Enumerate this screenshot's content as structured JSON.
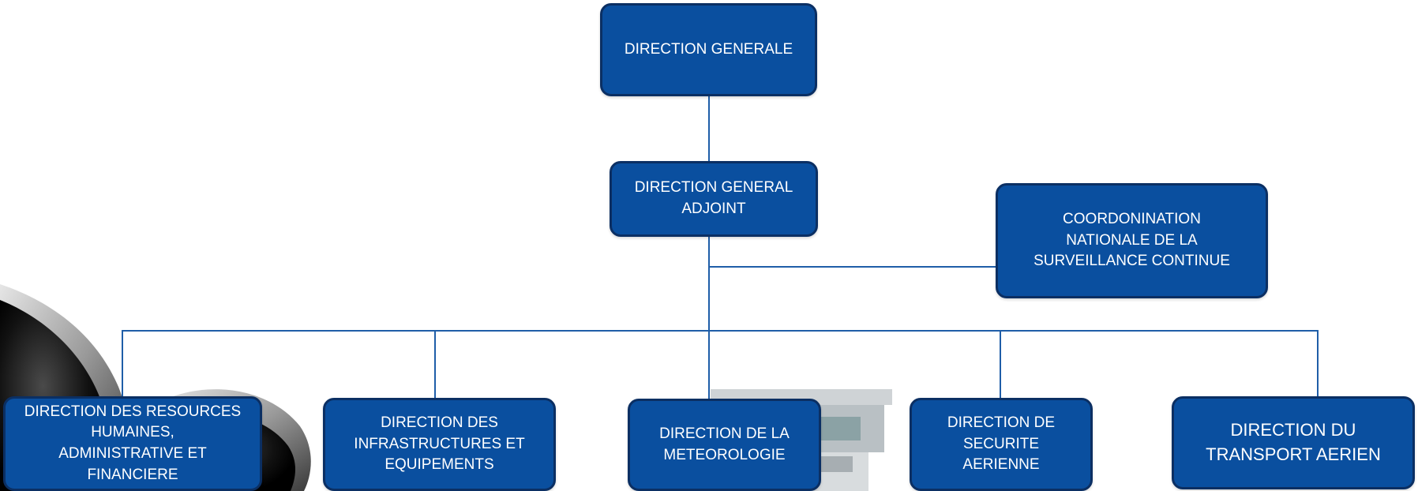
{
  "nodes": {
    "dg": "DIRECTION GENERALE",
    "dga": "DIRECTION GENERAL\nADJOINT",
    "cnsc": "COORDONINATION\nNATIONALE DE LA\nSURVEILLANCE CONTINUE",
    "drh": "DIRECTION DES RESOURCES\nHUMAINES,\nADMINISTRATIVE ET\nFINANCIERE",
    "die": "DIRECTION DES\nINFRASTRUCTURES ET\nEQUIPEMENTS",
    "dm": "DIRECTION DE LA\nMETEOROLOGIE",
    "dsa": "DIRECTION DE\nSECURITE\nAERIENNE",
    "dta": "DIRECTION DU\nTRANSPORT AERIEN"
  },
  "colors": {
    "box_fill": "#0a4f9f",
    "box_border": "#0b2f63",
    "connector": "#1f5ea8",
    "text": "#ffffff"
  },
  "background_imagery": [
    "airplane-engines-photo",
    "control-tower-photo"
  ]
}
